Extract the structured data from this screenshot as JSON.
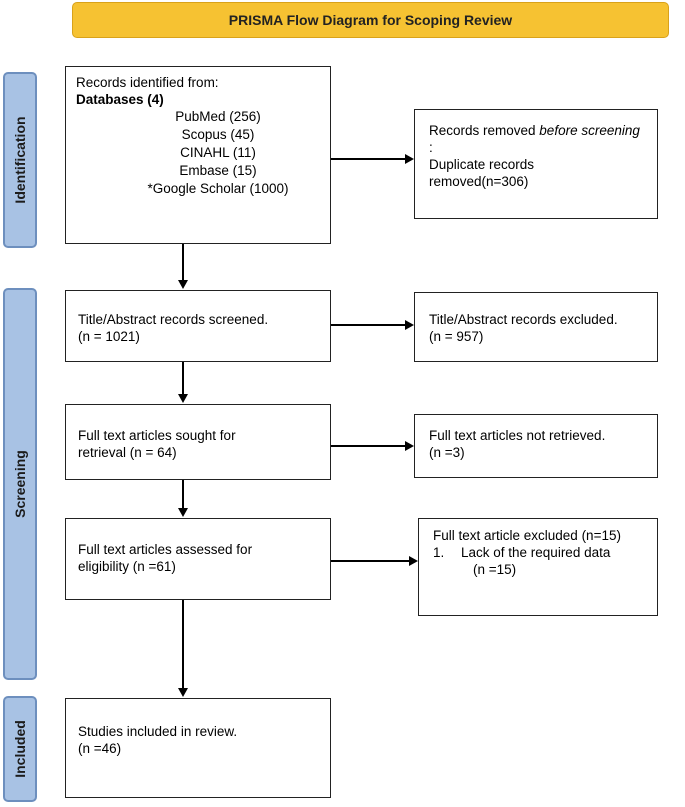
{
  "title": "PRISMA Flow Diagram for Scoping Review",
  "phases": {
    "identification": "Identification",
    "screening": "Screening",
    "included": "Included"
  },
  "identification": {
    "records_identified_label": "Records identified from:",
    "databases_label": "Databases (4)",
    "sources": [
      "PubMed (256)",
      "Scopus (45)",
      "CINAHL (11)",
      "Embase (15)",
      "*Google Scholar (1000)"
    ],
    "removed_line1": "Records removed ",
    "removed_before_screening": "before screening",
    "removed_colon": ":",
    "removed_line2": "Duplicate records",
    "removed_line3": "removed(n=306)"
  },
  "screening": {
    "screened_line1": "Title/Abstract records screened.",
    "screened_line2": "(n = 1021)",
    "excluded_line1": "Title/Abstract records excluded.",
    "excluded_line2": "(n = 957)",
    "sought_line1": "Full text articles sought for",
    "sought_line2": "retrieval (n = 64)",
    "not_retrieved_line1": "Full text articles not retrieved.",
    "not_retrieved_line2": "(n =3)",
    "assessed_line1": "Full text articles assessed for",
    "assessed_line2": "eligibility (n =61)",
    "fulltext_excluded_line1": "Full text article excluded (n=15)",
    "fulltext_excluded_reason_number": "1.",
    "fulltext_excluded_reason": "Lack of the required data",
    "fulltext_excluded_reason_count": "(n =15)"
  },
  "included": {
    "studies_line1": "Studies included in review.",
    "studies_line2": "(n =46)"
  },
  "colors": {
    "title_fill": "#f6c232",
    "phase_fill": "#a8c2e4",
    "phase_border": "#6d8fbe"
  }
}
